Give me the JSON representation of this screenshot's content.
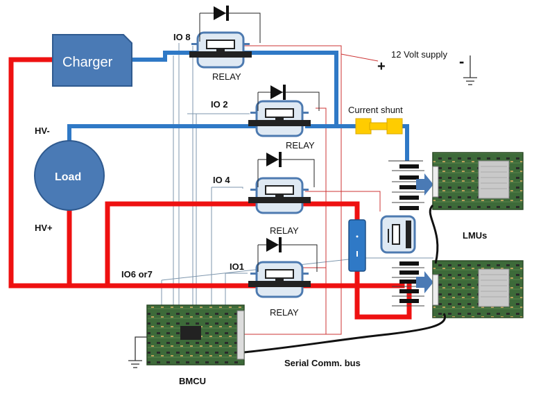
{
  "labels": {
    "charger": "Charger",
    "load": "Load",
    "hv_minus": "HV-",
    "hv_plus": "HV+",
    "io8": "IO 8",
    "io2": "IO 2",
    "io4": "IO 4",
    "io1": "IO1",
    "io6_or7": "IO6 or7",
    "relay": "RELAY",
    "supply": "12 Volt supply",
    "plus": "+",
    "minus": "-",
    "current_shunt": "Current shunt",
    "lmus": "LMUs",
    "bmcu": "BMCU",
    "serial_bus": "Serial Comm. bus"
  },
  "colors": {
    "hv_positive": "#ee1111",
    "hv_negative": "#1f6fc0",
    "signal_wire": "#6f8fa8",
    "coil_wire": "#cc3333",
    "comm_bus": "#111111",
    "charger_fill": "#4a7ab5",
    "load_fill": "#4a7ab5",
    "shunt_fill": "#ffcc00",
    "pcb_green": "#3f6b3a"
  },
  "icons": [
    "diode-icon",
    "relay-icon",
    "ground-icon",
    "battery-cell-icon",
    "pcb-board-icon"
  ]
}
